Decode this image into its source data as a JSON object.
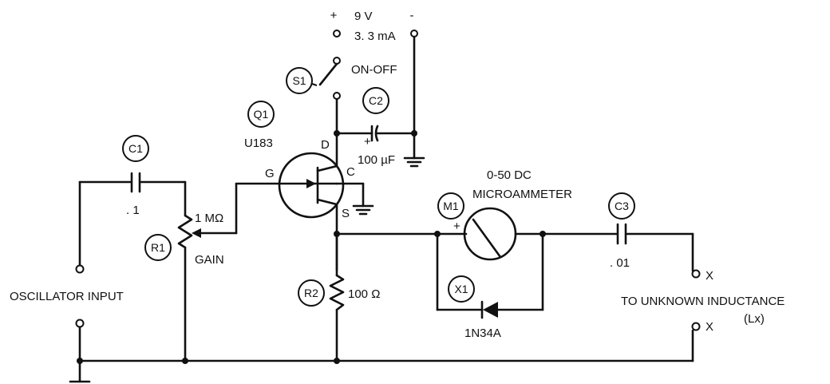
{
  "diagram": {
    "labels": {
      "supply_plus": "+",
      "supply_minus": "-",
      "supply_voltage": "9 V",
      "supply_current": "3. 3 mA",
      "switch_label": "ON-OFF",
      "q1_part": "U183",
      "pin_d": "D",
      "pin_g": "G",
      "pin_c": "C",
      "pin_s": "S",
      "c1_value": ". 1",
      "r1_value": "1 MΩ",
      "r1_function": "GAIN",
      "c2_plus": "+",
      "c2_value": "100 µF",
      "r2_value": "100 Ω",
      "meter_line1": "0-50 DC",
      "meter_line2": "MICROAMMETER",
      "meter_plus": "+",
      "diode_part": "1N34A",
      "c3_value": ". 01",
      "osc_input": "OSCILLATOR INPUT",
      "x_top": "X",
      "x_bottom": "X",
      "unknown_text": "TO UNKNOWN INDUCTANCE",
      "lx_text": "(Lx)"
    },
    "tags": {
      "s1": "S1",
      "q1": "Q1",
      "c2": "C2",
      "c1": "C1",
      "r1": "R1",
      "m1": "M1",
      "c3": "C3",
      "r2": "R2",
      "x1": "X1"
    }
  }
}
